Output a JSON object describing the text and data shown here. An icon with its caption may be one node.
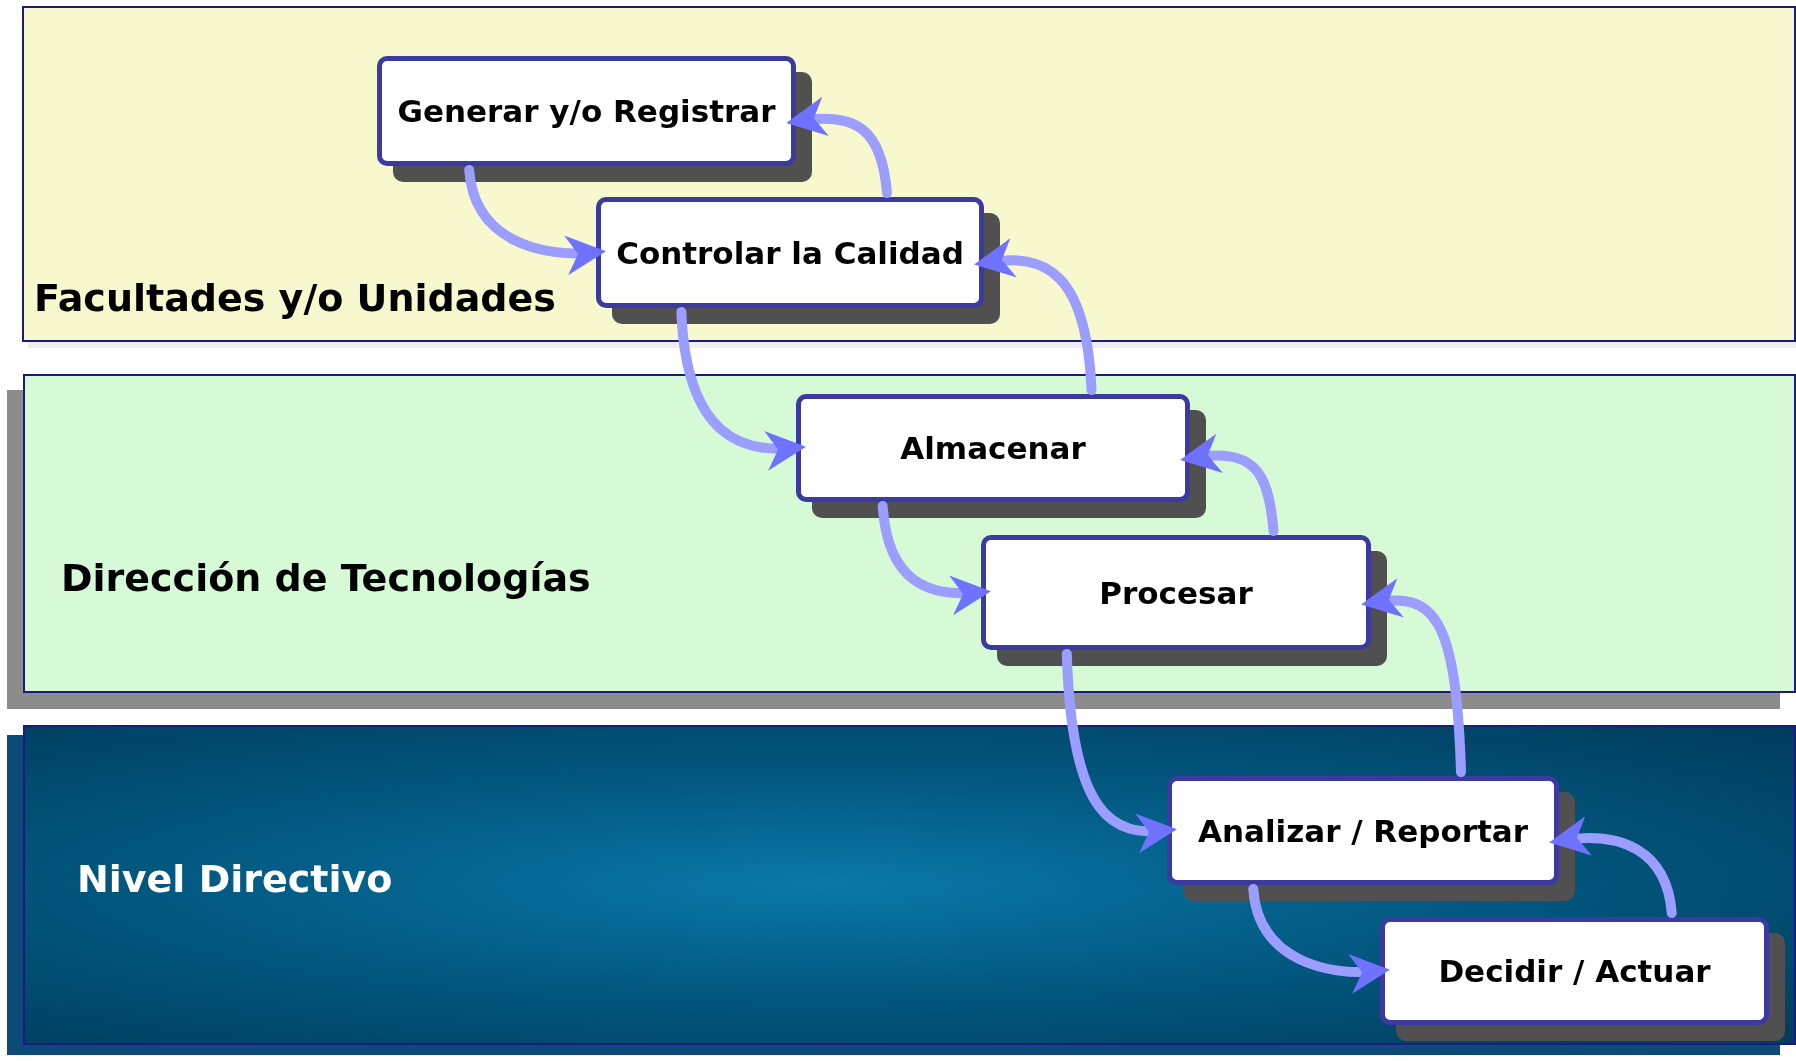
{
  "diagram": {
    "nodes": [
      {
        "text": [
          "Facultades y/o Unidades"
        ]
      },
      {
        "text": [
          "Generar y/o Registrar"
        ],
        "in": 0
      },
      {
        "text": [
          "Controlar la Calidad"
        ],
        "in": 0
      },
      {
        "text": [
          "Dirección de Tecnologías"
        ]
      },
      {
        "text": [
          "Almacenar"
        ],
        "in": 3
      },
      {
        "text": [
          "Procesar"
        ],
        "in": 3
      },
      {
        "text": [
          "Nivel Directivo"
        ]
      },
      {
        "text": [
          "Analizar / Reportar"
        ],
        "in": 6
      },
      {
        "text": [
          "Decidir / Actuar"
        ],
        "in": 6
      }
    ],
    "edges": [
      {
        "from": 1,
        "to": 2,
        "arrow": "to"
      },
      {
        "from": 2,
        "to": 1,
        "arrow": "to"
      },
      {
        "from": 2,
        "to": 4,
        "arrow": "to"
      },
      {
        "from": 4,
        "to": 2,
        "arrow": "to"
      },
      {
        "from": 4,
        "to": 5,
        "arrow": "to"
      },
      {
        "from": 5,
        "to": 4,
        "arrow": "to"
      },
      {
        "from": 5,
        "to": 7,
        "arrow": "to"
      },
      {
        "from": 7,
        "to": 5,
        "arrow": "to"
      },
      {
        "from": 7,
        "to": 8,
        "arrow": "to"
      },
      {
        "from": 8,
        "to": 7,
        "arrow": "to"
      }
    ]
  }
}
